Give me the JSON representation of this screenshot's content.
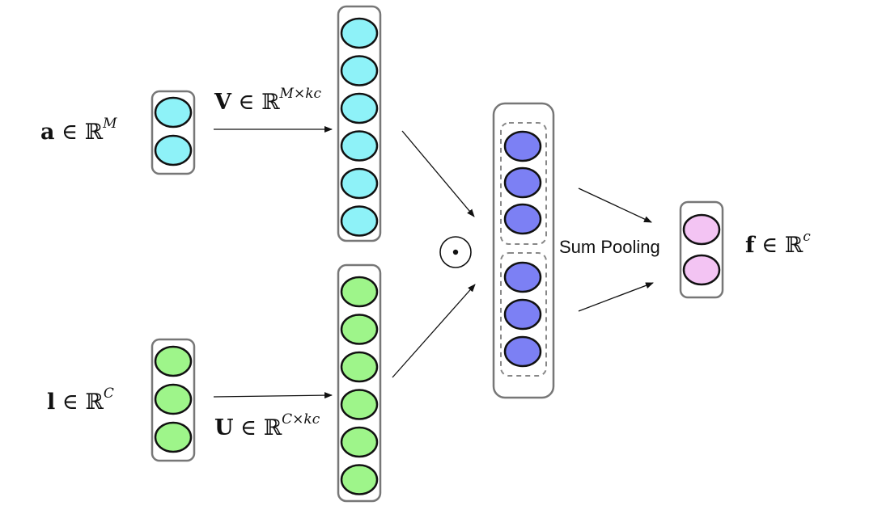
{
  "labels": {
    "a": {
      "var": "a",
      "rel": " ∈ ℝ",
      "sup": "M"
    },
    "l": {
      "var": "l",
      "rel": " ∈ ℝ",
      "sup": "C"
    },
    "V": {
      "var": "V",
      "rel": " ∈ ℝ",
      "sup": "M×kc"
    },
    "U": {
      "var": "U",
      "rel": " ∈ ℝ",
      "sup": "C×kc"
    },
    "f": {
      "var": "f",
      "rel": " ∈ ℝ",
      "sup": "c"
    },
    "sum_pooling": "Sum Pooling",
    "hadamard_symbol": "⊙"
  },
  "colors": {
    "cyan_node": "#8ef2f8",
    "green_node": "#9ef58a",
    "blue_node": "#7c80f4",
    "pink_node": "#f3c4f3",
    "container_border": "#777777",
    "node_border": "#111111",
    "dashed_group": "#888888"
  },
  "nodes": {
    "a_vector": 2,
    "l_vector": 3,
    "V_vector": 6,
    "U_vector": 6,
    "pooled_groups": [
      3,
      3
    ],
    "f_vector": 2
  }
}
